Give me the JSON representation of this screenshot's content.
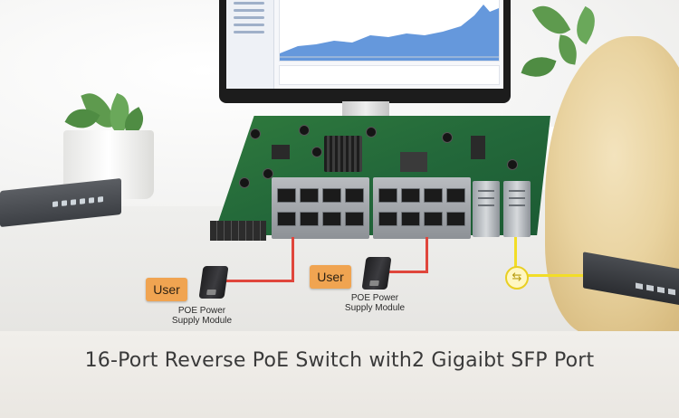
{
  "caption": "16-Port Reverse PoE Switch with2 Gigaibt SFP Port",
  "users": [
    {
      "label": "User",
      "adapter_label_line1": "POE Power",
      "adapter_label_line2": "Supply Module"
    },
    {
      "label": "User",
      "adapter_label_line1": "POE Power",
      "adapter_label_line2": "Supply Module"
    }
  ],
  "icons": {
    "link": "link-icon",
    "adapter": "power-adapter-icon"
  },
  "colors": {
    "user_badge": "#f0a451",
    "poe_cable": "#e0463c",
    "fiber_cable": "#f2dd27",
    "pcb": "#23683a",
    "caption_text": "#3a3a3a"
  }
}
